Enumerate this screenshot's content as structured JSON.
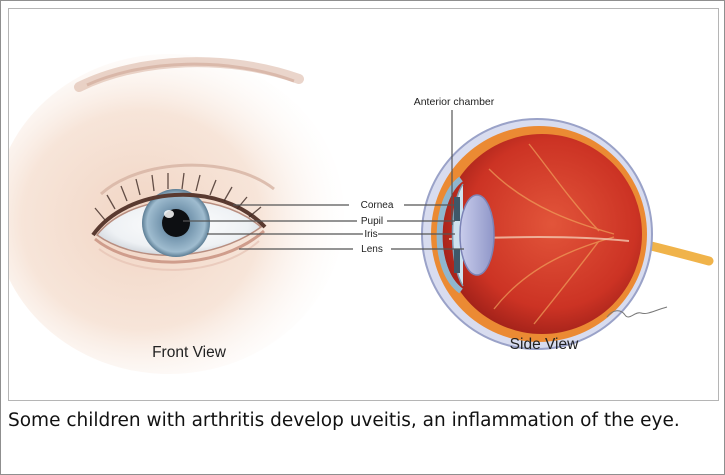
{
  "figure": {
    "labels": {
      "anterior_chamber": "Anterior chamber",
      "cornea": "Cornea",
      "pupil": "Pupil",
      "iris": "Iris",
      "lens": "Lens"
    },
    "view_titles": {
      "front": "Front View",
      "side": "Side View"
    }
  },
  "caption": "Some children with arthritis develop uveitis, an inflammation of the eye.",
  "colors": {
    "border": "#8f8f8f",
    "skin": "#f6e2d4",
    "iris": "#7fa2ba",
    "eyeball_red": "#d3382a",
    "eyeball_orange": "#eb8a33",
    "lens": "#9fa6d4",
    "label_line": "#555555"
  }
}
